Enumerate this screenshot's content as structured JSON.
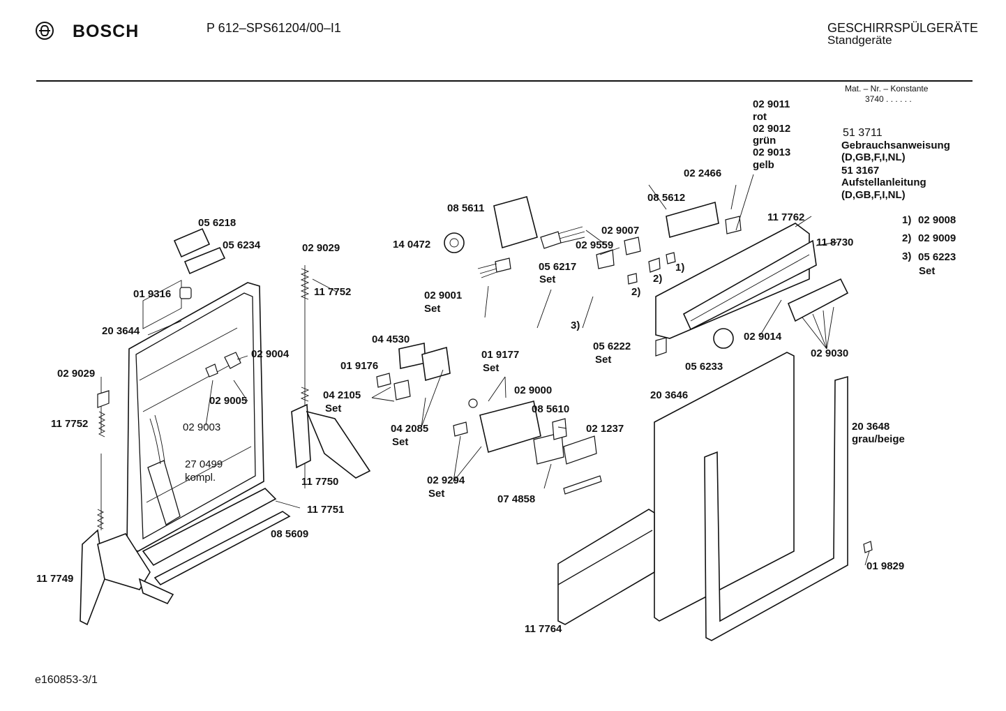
{
  "header": {
    "brand": "BOSCH",
    "model": "P 612–SPS61204/00–I1",
    "category": "GESCHIRRSPÜLGERÄTE",
    "subcategory": "Standgeräte",
    "mat_label": "Mat. – Nr. – Konstante",
    "mat_value": "3740 .  .  .  .  .  ."
  },
  "documents": [
    {
      "number": "51 3711",
      "title": "Gebrauchsanweisung",
      "langs": "(D,GB,F,I,NL)"
    },
    {
      "number": "51 3167",
      "title": "Aufstellanleitung",
      "langs": "(D,GB,F,I,NL)"
    }
  ],
  "footnotes": [
    {
      "mark": "1)",
      "part": "02 9008"
    },
    {
      "mark": "2)",
      "part": "02 9009"
    },
    {
      "mark": "3)",
      "part": "05 6223",
      "note": "Set"
    }
  ],
  "parts": {
    "p056218": "05 6218",
    "p056234": "05 6234",
    "p019316": "01 9316",
    "p203644": "20 3644",
    "p029029a": "02 9029",
    "p117752a": "11 7752",
    "p029004": "02 9004",
    "p029005": "02 9005",
    "p029003": "02 9003",
    "p270499": "27 0499",
    "p270499n": "kompl.",
    "p029029b": "02 9029",
    "p117752b": "11 7752",
    "p117749": "11 7749",
    "p117750": "11 7750",
    "p117751": "11 7751",
    "p085609": "08 5609",
    "p085611": "08 5611",
    "p140472": "14 0472",
    "p029001": "02 9001",
    "p029001s": "Set",
    "p044530": "04 4530",
    "p019176": "01 9176",
    "p042105": "04 2105",
    "p042105s": "Set",
    "p042085": "04 2085",
    "p042085s": "Set",
    "p019177": "01 9177",
    "p019177s": "Set",
    "p029000": "02 9000",
    "p085610": "08 5610",
    "p021237": "02 1237",
    "p029294": "02 9294",
    "p029294s": "Set",
    "p074858": "07 4858",
    "p056217": "05 6217",
    "p056217s": "Set",
    "p029007": "02 9007",
    "p029559": "02 9559",
    "p085612": "08 5612",
    "p022466": "02 2466",
    "p029011": "02 9011",
    "p029011c": "rot",
    "p029012": "02 9012",
    "p029012c": "grün",
    "p029013": "02 9013",
    "p029013c": "gelb",
    "p117762": "11 7762",
    "p118730": "11 8730",
    "p056222": "05 6222",
    "p056222s": "Set",
    "p056233": "05 6233",
    "p029014": "02 9014",
    "p029030": "02 9030",
    "p203646": "20 3646",
    "p203648": "20 3648",
    "p203648c": "grau/beige",
    "p019829": "01 9829",
    "p117764": "11 7764",
    "m1": "1)",
    "m2a": "2)",
    "m2b": "2)",
    "m3": "3)"
  },
  "footer": {
    "code": "e160853-3/1"
  }
}
